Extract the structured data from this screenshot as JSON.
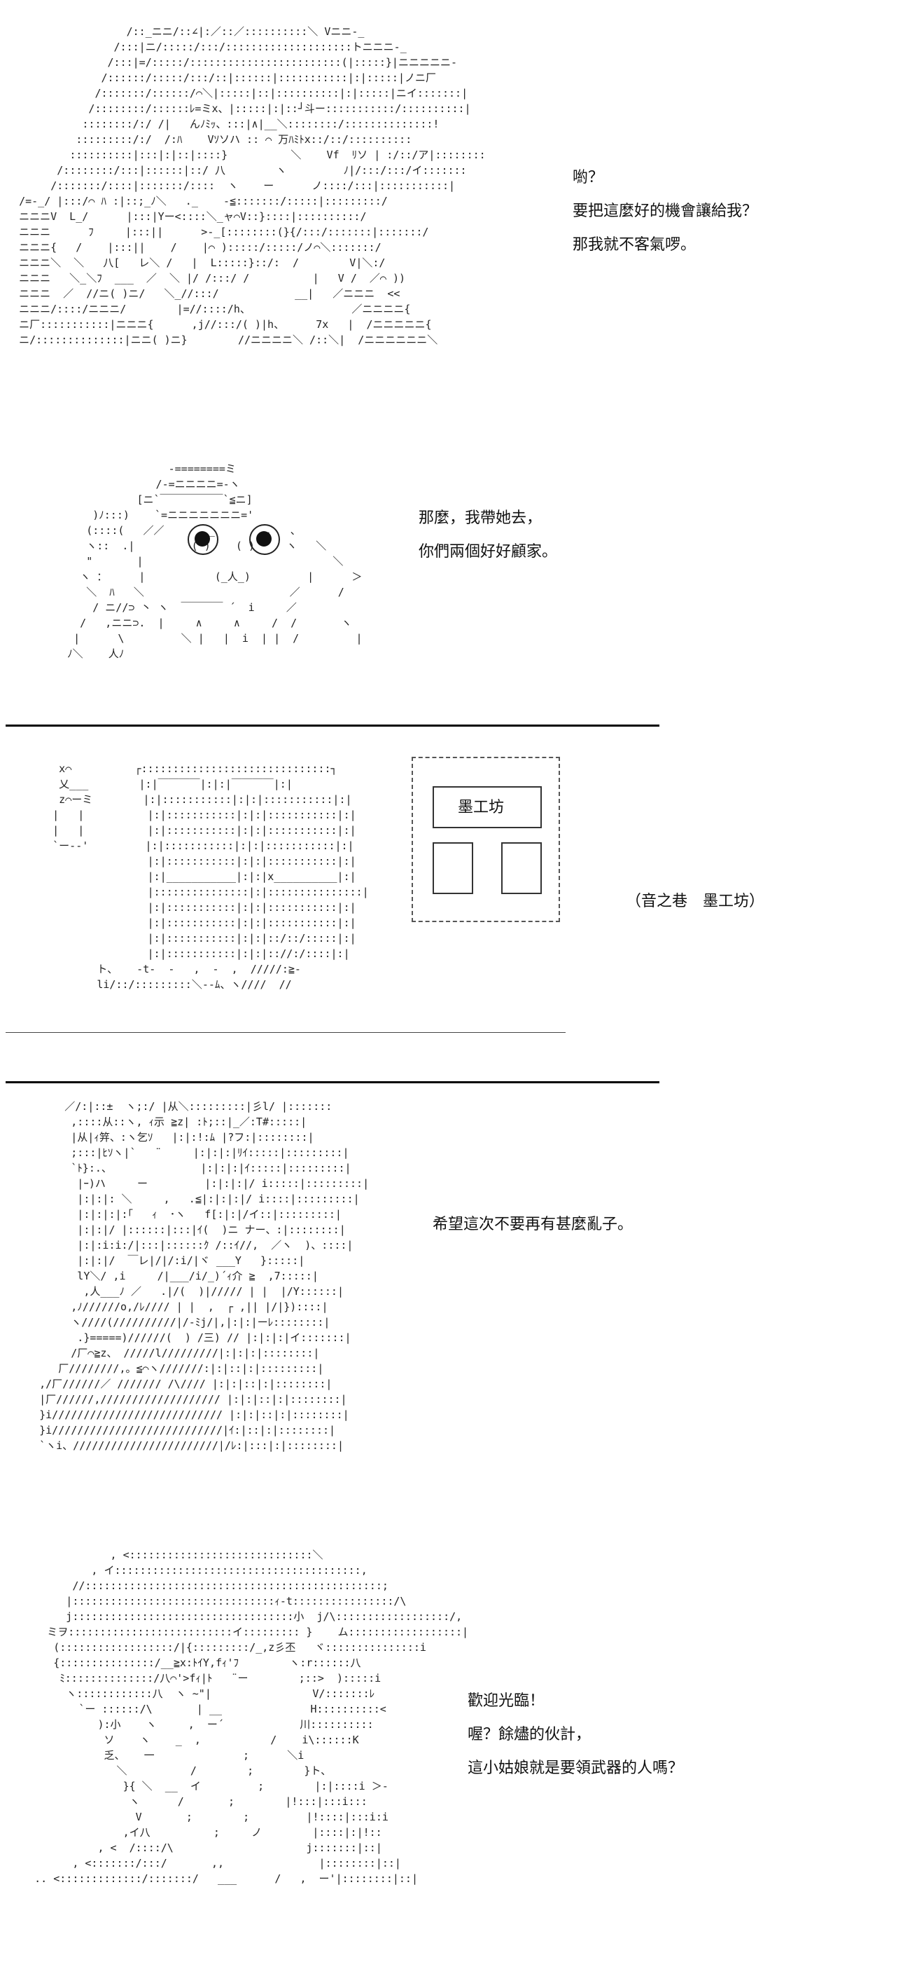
{
  "panels": [
    {
      "id": "p1",
      "dialogue": [
        "喲？",
        "要把這麼好的機會讓給我？",
        "那我就不客氣啰。"
      ]
    },
    {
      "id": "p2",
      "dialogue": [
        "那麼，我帶她去，",
        "你們兩個好好顧家。"
      ]
    },
    {
      "id": "p3",
      "sign_text": "墨工坊",
      "caption": "（音之巷　墨工坊）"
    },
    {
      "id": "p4",
      "dialogue": [
        "希望這次不要再有甚麼亂子。"
      ]
    },
    {
      "id": "p5",
      "dialogue": [
        "歡迎光臨！",
        "喔？餘燼的伙計，",
        "這小姑娘就是要領武器的人嗎？"
      ]
    }
  ]
}
